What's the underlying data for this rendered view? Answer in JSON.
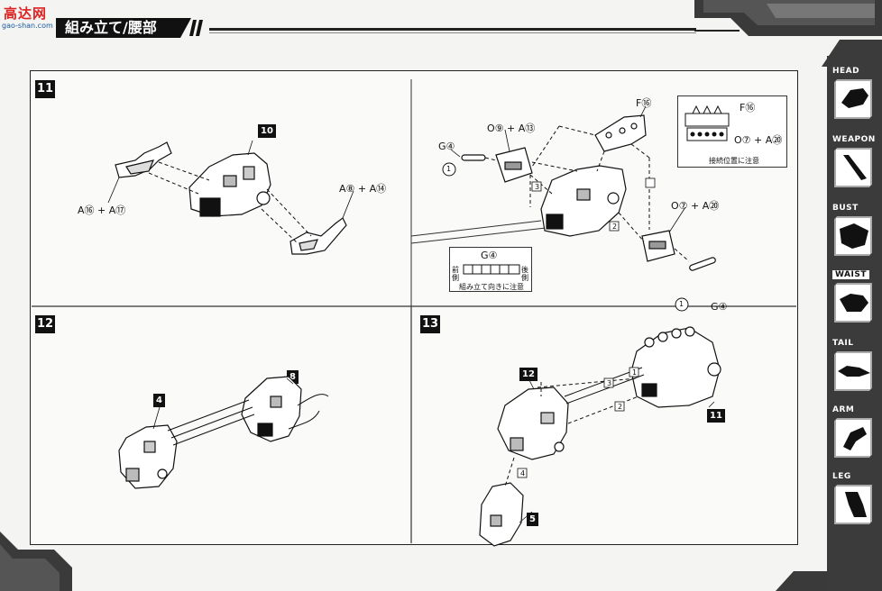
{
  "header": {
    "logo_line1": "高达网",
    "logo_line2": "gao-shan.com",
    "title": "組み立て/腰部"
  },
  "steps": {
    "s11": {
      "number": "11",
      "parts": {
        "a16_a17": "A⑯ + A⑰",
        "a8_a14": "A⑧ + A⑭",
        "ref10": "10",
        "f16": "F⑯",
        "f16_box": "F⑯",
        "o9_a13": "O⑨ + A⑬",
        "g4_left": "G④",
        "o7_a20_box": "O⑦ + A⑳",
        "o7_a20": "O⑦ + A⑳",
        "g4_right": "G④",
        "g4_box": "G④"
      },
      "box_caption_connect": "接続位置に注意",
      "box_caption_orient": "組み立て向きに注意",
      "box_front": "前側",
      "box_back": "後側",
      "callouts": [
        "1",
        "2",
        "3",
        "1"
      ]
    },
    "s12": {
      "number": "12",
      "ref_a": "4",
      "ref_b": "8"
    },
    "s13": {
      "number": "13",
      "ref_a": "12",
      "ref_b": "11",
      "ref_c": "5",
      "callouts": [
        "1",
        "2",
        "3",
        "4"
      ]
    }
  },
  "sidebar": {
    "items": [
      {
        "label": "HEAD",
        "icon": "head-icon"
      },
      {
        "label": "WEAPON",
        "icon": "weapon-icon"
      },
      {
        "label": "BUST",
        "icon": "bust-icon"
      },
      {
        "label": "WAIST",
        "icon": "waist-icon"
      },
      {
        "label": "TAIL",
        "icon": "tail-icon"
      },
      {
        "label": "ARM",
        "icon": "arm-icon"
      },
      {
        "label": "LEG",
        "icon": "leg-icon"
      }
    ],
    "active_index": 3
  },
  "colors": {
    "ink": "#111111",
    "sidebar": "#3b3b3b",
    "logo_red": "#dd2222"
  }
}
